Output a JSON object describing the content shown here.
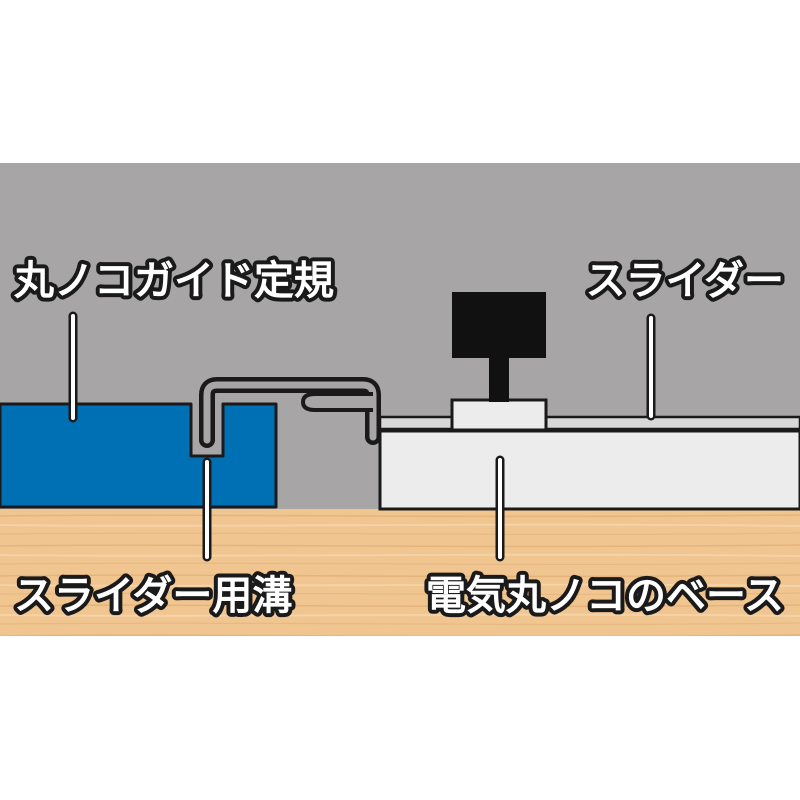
{
  "labels": {
    "guide": "丸ノコガイド定規",
    "slider": "スライダー",
    "groove": "スライダー用溝",
    "base": "電気丸ノコのベース"
  },
  "colors": {
    "background": "#a7a5a6",
    "guide": "#0070b5",
    "wood": "#f0c590",
    "base": "#ececec",
    "knob": "#111111",
    "outline": "#1a1a1a"
  }
}
